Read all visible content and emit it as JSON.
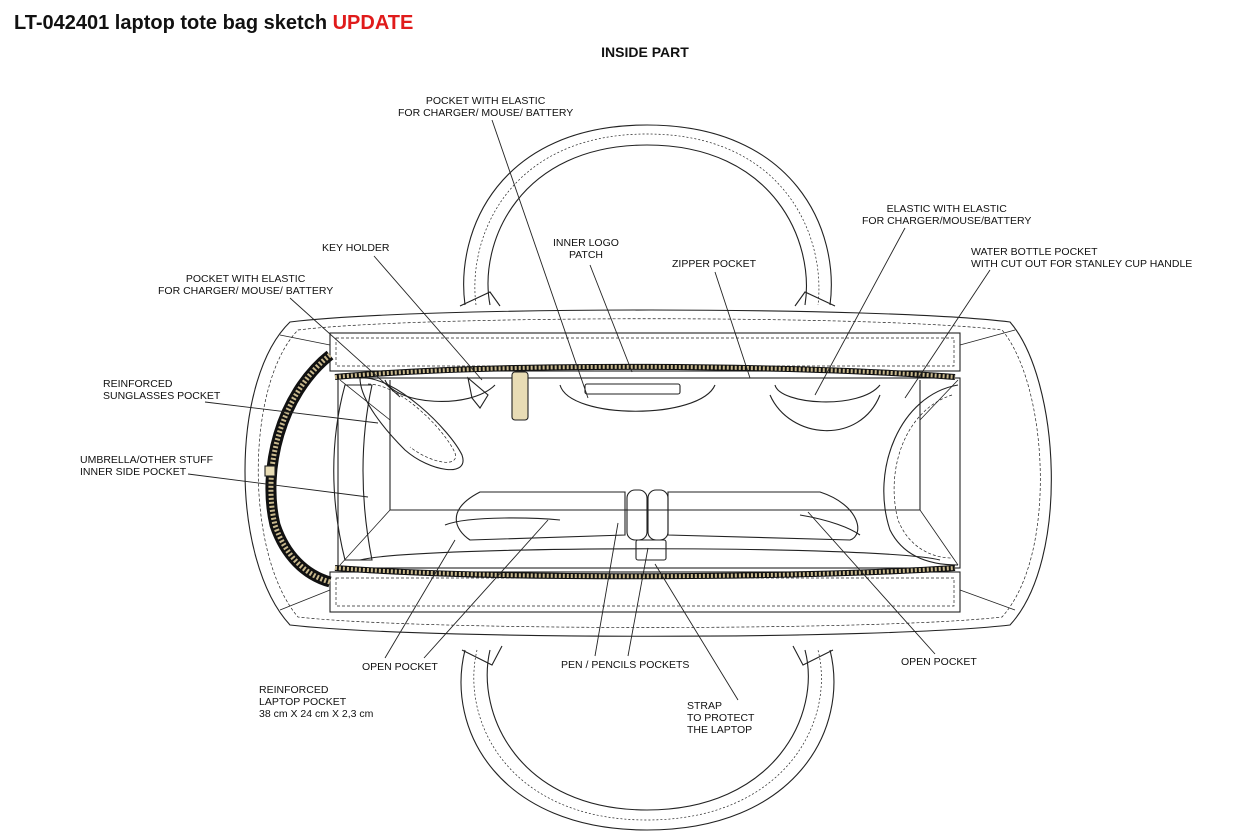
{
  "header": {
    "title": "LT-042401 laptop tote bag sketch",
    "title_update": "UPDATE",
    "subtitle": "INSIDE PART"
  },
  "colors": {
    "update": "#e01b1b",
    "line": "#222222",
    "zipper_tape": "#111111",
    "zipper_teeth": "#c9b98e"
  },
  "labels": {
    "pocket_elastic_top": "POCKET WITH ELASTIC\nFOR CHARGER/ MOUSE/ BATTERY",
    "key_holder": "KEY HOLDER",
    "pocket_elastic_left": "POCKET WITH ELASTIC\nFOR CHARGER/ MOUSE/ BATTERY",
    "inner_logo_patch": "INNER LOGO\nPATCH",
    "zipper_pocket": "ZIPPER POCKET",
    "elastic_with_elastic": "ELASTIC WITH ELASTIC\nFOR CHARGER/MOUSE/BATTERY",
    "water_bottle_pocket": "WATER BOTTLE POCKET\nWITH CUT OUT FOR STANLEY CUP HANDLE",
    "reinforced_sunglasses": "REINFORCED\nSUNGLASSES POCKET",
    "umbrella_pocket": "UMBRELLA/OTHER STUFF\nINNER SIDE POCKET",
    "open_pocket_left": "OPEN POCKET",
    "pen_pencils": "PEN / PENCILS POCKETS",
    "open_pocket_right": "OPEN POCKET",
    "reinforced_laptop": "REINFORCED\nLAPTOP POCKET\n38 cm X 24 cm X 2,3 cm",
    "strap": "STRAP\nTO PROTECT\nTHE LAPTOP"
  }
}
